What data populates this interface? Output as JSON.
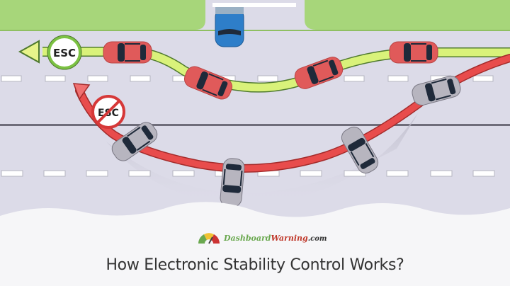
{
  "title": "How Electronic Stability Control Works?",
  "logo": {
    "part_a": "Dashboard",
    "part_b": "Warning",
    "part_c": ".com"
  },
  "badges": {
    "esc_on": "ESC",
    "esc_off": "ESC"
  },
  "colors": {
    "road": "#dcdbe8",
    "grass": "#a7d67a",
    "with_esc_path": "#d9f27a",
    "without_esc_path": "#e84c4c",
    "car_red": "#e05a5a",
    "car_grey": "#b7b5bf",
    "car_blue": "#2e7ec9"
  }
}
